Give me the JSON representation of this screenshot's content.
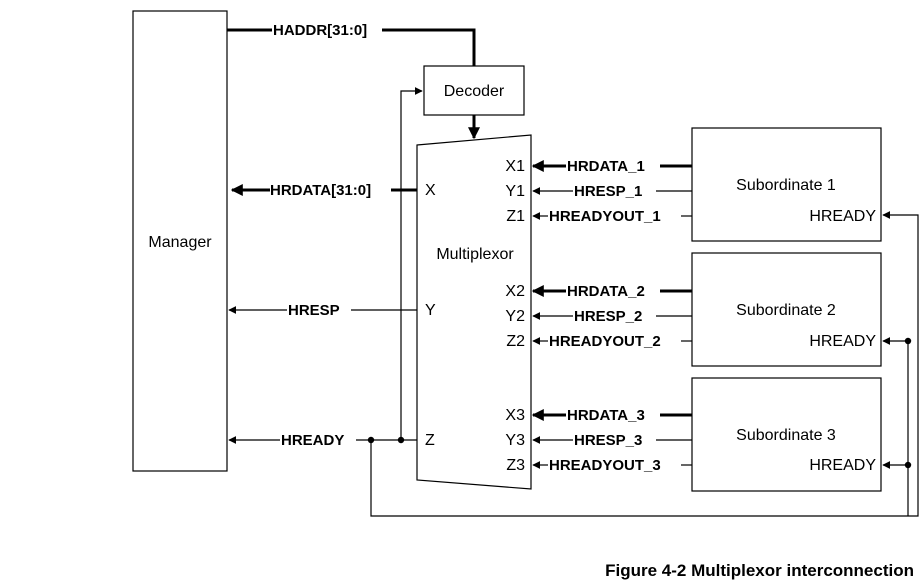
{
  "manager": {
    "label": "Manager"
  },
  "decoder": {
    "label": "Decoder"
  },
  "multiplexor": {
    "label": "Multiplexor",
    "port_x": "X",
    "port_y": "Y",
    "port_z": "Z"
  },
  "signals": {
    "haddr": "HADDR[31:0]",
    "hrdata": "HRDATA[31:0]",
    "hresp": "HRESP",
    "hready": "HREADY"
  },
  "subordinates": [
    {
      "label": "Subordinate 1",
      "hready": "HREADY",
      "ports": [
        "X1",
        "Y1",
        "Z1"
      ],
      "signals": [
        "HRDATA_1",
        "HRESP_1",
        "HREADYOUT_1"
      ]
    },
    {
      "label": "Subordinate 2",
      "hready": "HREADY",
      "ports": [
        "X2",
        "Y2",
        "Z2"
      ],
      "signals": [
        "HRDATA_2",
        "HRESP_2",
        "HREADYOUT_2"
      ]
    },
    {
      "label": "Subordinate 3",
      "hready": "HREADY",
      "ports": [
        "X3",
        "Y3",
        "Z3"
      ],
      "signals": [
        "HRDATA_3",
        "HRESP_3",
        "HREADYOUT_3"
      ]
    }
  ],
  "caption": "Figure 4-2 Multiplexor interconnection"
}
